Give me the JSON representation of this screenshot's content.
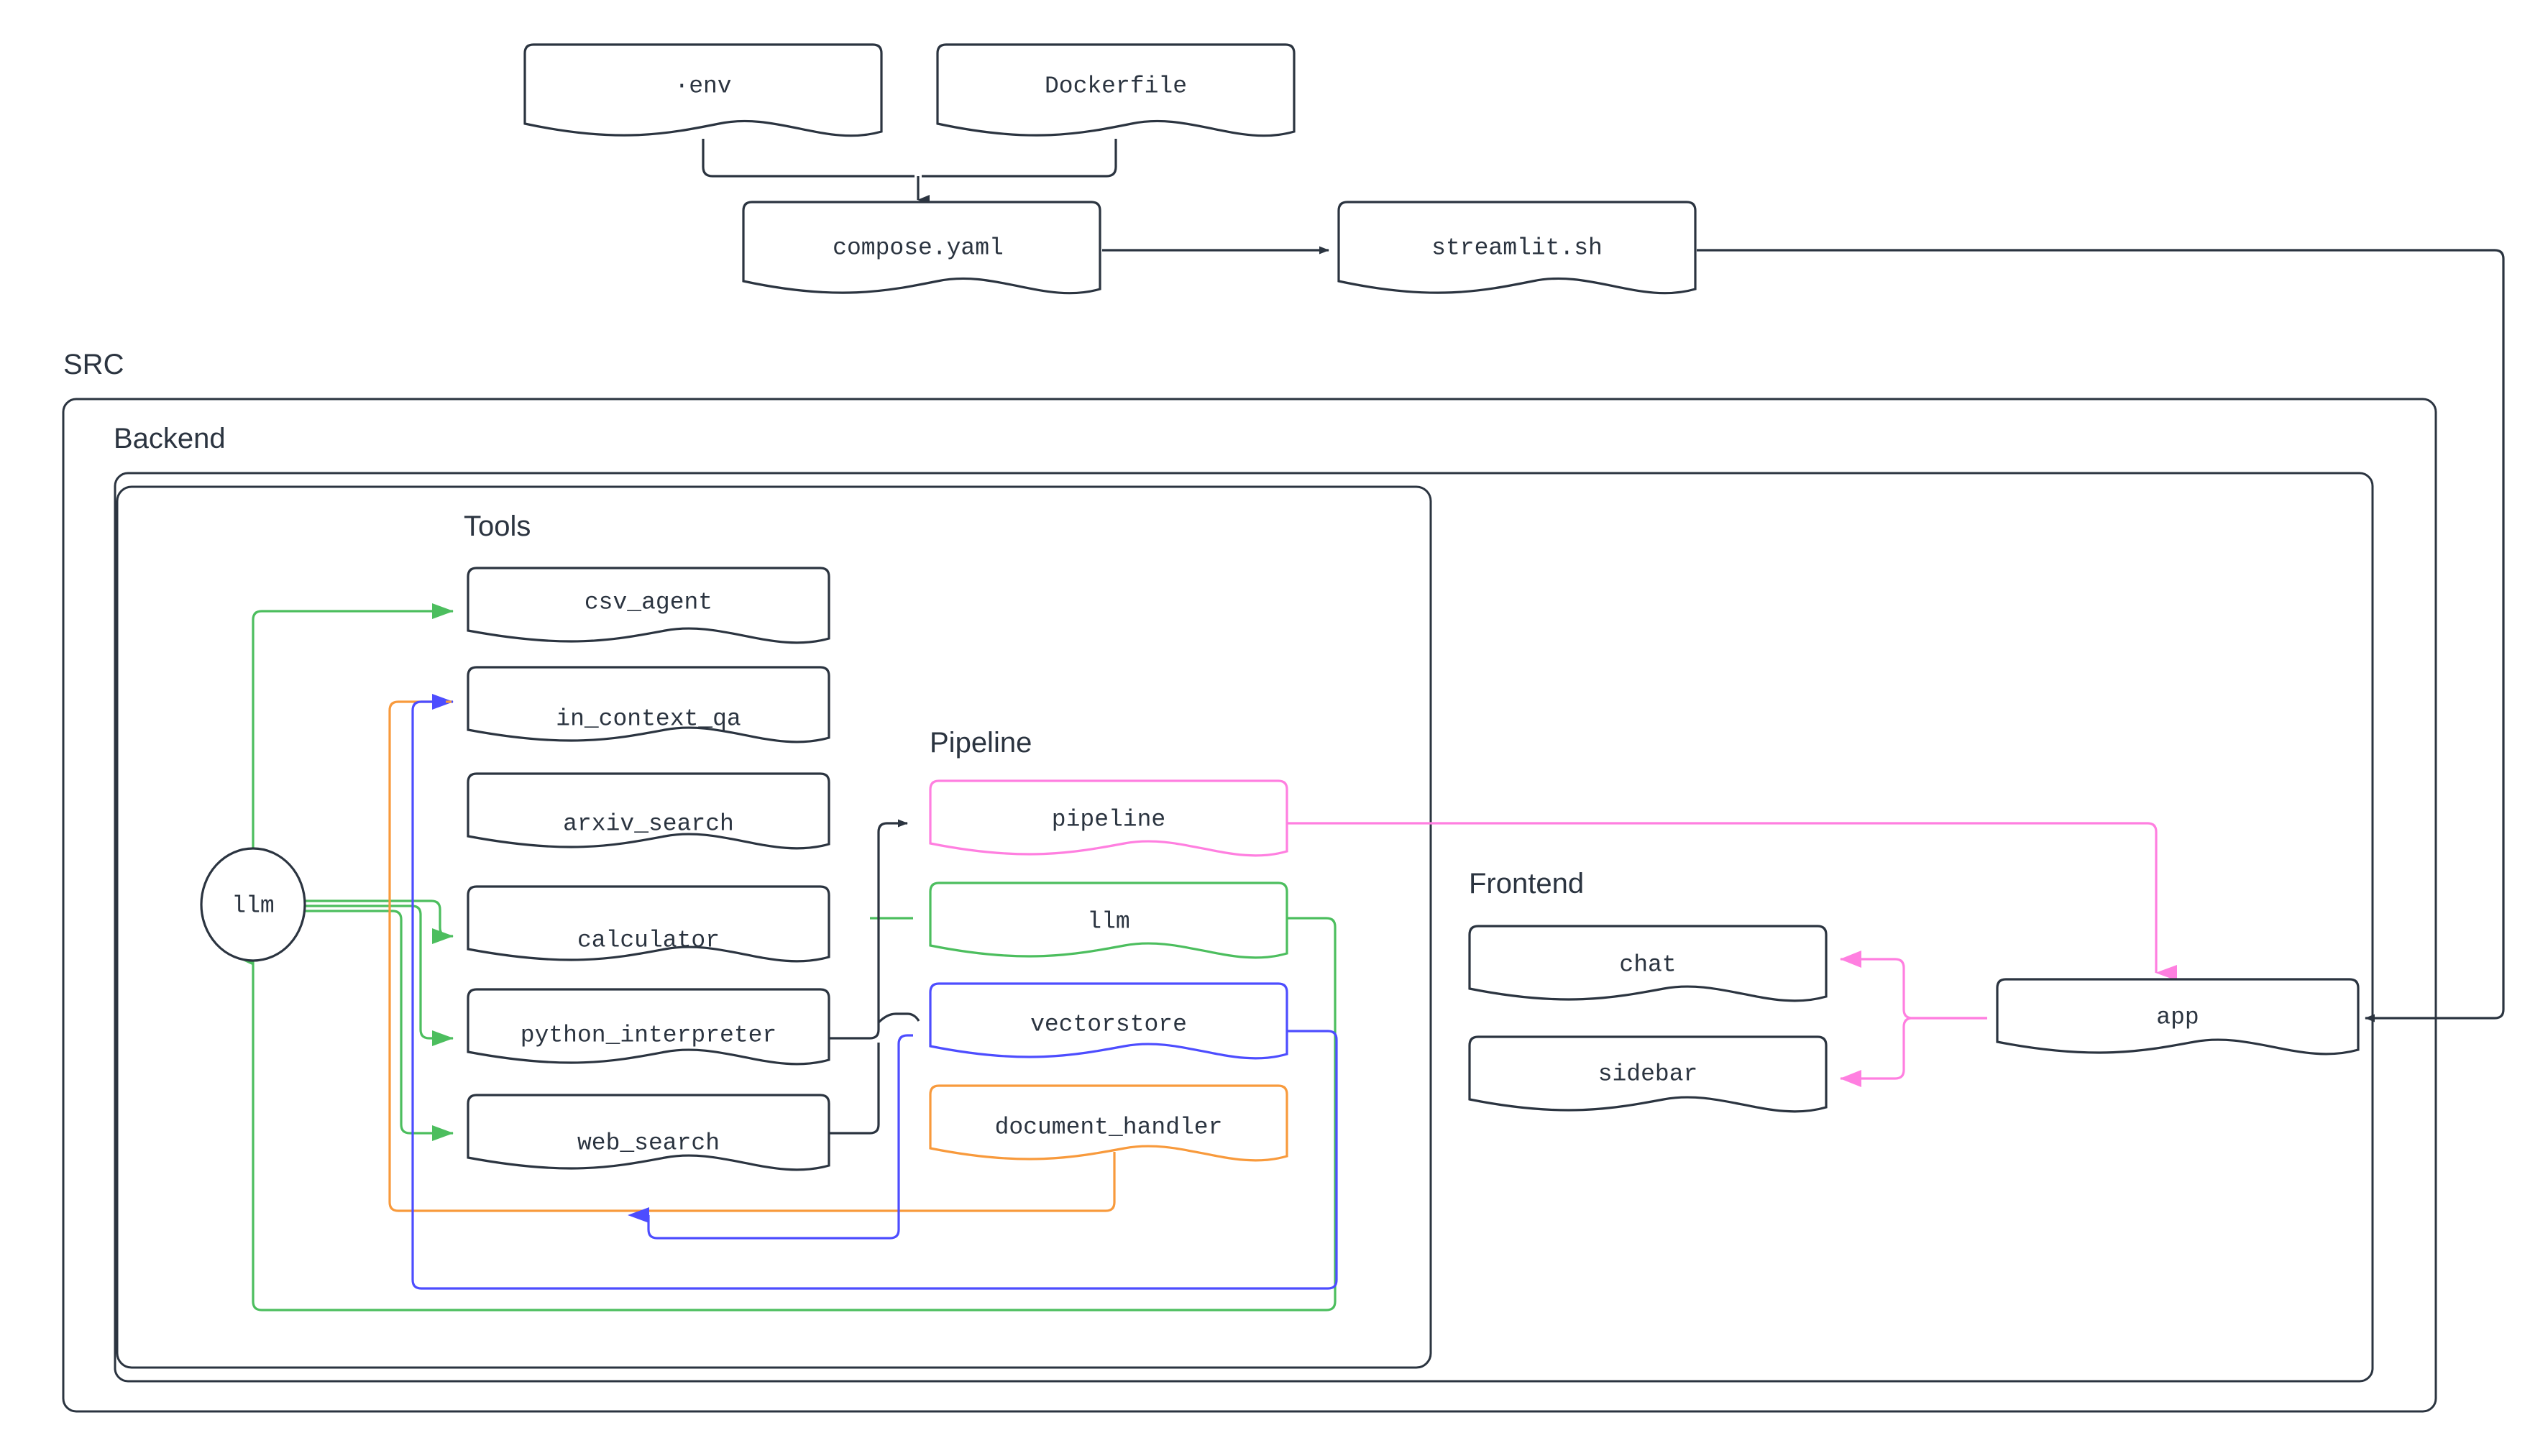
{
  "diagram": {
    "title_nodes": {
      "src": "SRC",
      "backend": "Backend",
      "tools": "Tools",
      "pipeline": "Pipeline",
      "frontend": "Frontend"
    },
    "colors": {
      "default_stroke": "#2b3440",
      "green": "#4CBE5E",
      "blue": "#4D4DFF",
      "orange": "#F89A3C",
      "pink": "#FF7FE0",
      "text": "#2b3440",
      "background": "#ffffff"
    },
    "nodes": {
      "env": "·env",
      "dockerfile": "Dockerfile",
      "compose": "compose.yaml",
      "streamlit": "streamlit.sh",
      "llm_circle": "llm",
      "csv_agent": "csv_agent",
      "in_context_qa": "in_context_qa",
      "arxiv_search": "arxiv_search",
      "calculator": "calculator",
      "python_interpreter": "python_interpreter",
      "web_search": "web_search",
      "pipeline": "pipeline",
      "pipeline_llm": "llm",
      "vectorstore": "vectorstore",
      "document_handler": "document_handler",
      "chat": "chat",
      "sidebar": "sidebar",
      "app": "app"
    },
    "node_colors": {
      "pipeline": "#FF7FE0",
      "pipeline_llm": "#4CBE5E",
      "vectorstore": "#4D4DFF",
      "document_handler": "#F89A3C"
    }
  }
}
